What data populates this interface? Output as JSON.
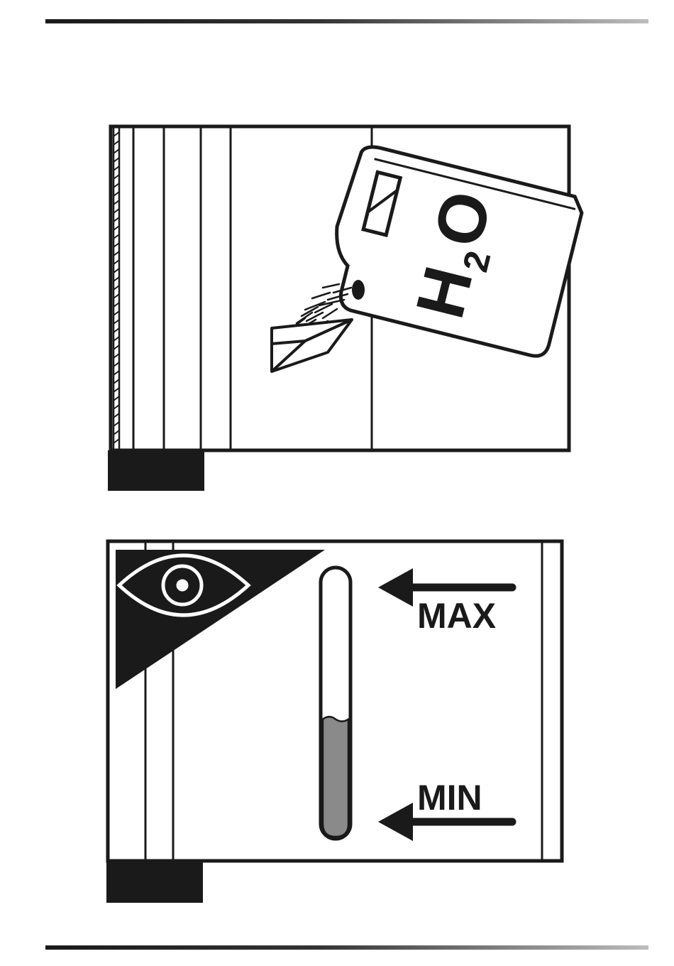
{
  "figure_top": {
    "container_label": "H",
    "container_subscript": "2",
    "container_label_suffix": "O",
    "step_tab": ""
  },
  "figure_bottom": {
    "max_label": "MAX",
    "min_label": "MIN",
    "fill_level_fraction": 0.44,
    "step_tab": ""
  },
  "colors": {
    "ink": "#1a1a1a",
    "fluid": "#8a8a8a",
    "paper": "#ffffff"
  }
}
